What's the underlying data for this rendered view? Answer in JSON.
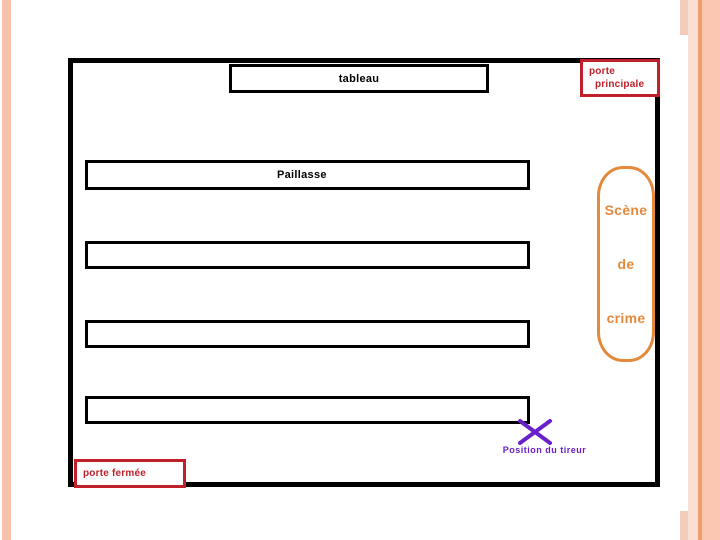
{
  "slide": {
    "background_color": "#ffffff",
    "accent_red": "#c0202a",
    "accent_orange": "#e58a3c",
    "accent_purple": "#6a20c8",
    "outline_black": "#000000"
  },
  "decoration": {
    "left_band_color": "#f7c2ab",
    "right_band_light": "#fae0d4",
    "right_band_dark": "#ef9e6d",
    "right_band_salmon": "#fbc7b2"
  },
  "room": {
    "furniture": [
      {
        "id": "tableau",
        "label": "tableau"
      },
      {
        "id": "paillasse",
        "label": "Paillasse"
      },
      {
        "id": "bench-1",
        "label": ""
      },
      {
        "id": "bench-2",
        "label": ""
      },
      {
        "id": "bench-3",
        "label": ""
      }
    ]
  },
  "doors": {
    "main": {
      "line1": "porte",
      "line2": "principale"
    },
    "closed": {
      "label": "porte fermée"
    }
  },
  "crime_zone": {
    "line1": "Scène",
    "line2": "de",
    "line3": "crime"
  },
  "shooter": {
    "label": "Position du tireur",
    "marker": "x-cross-icon"
  }
}
